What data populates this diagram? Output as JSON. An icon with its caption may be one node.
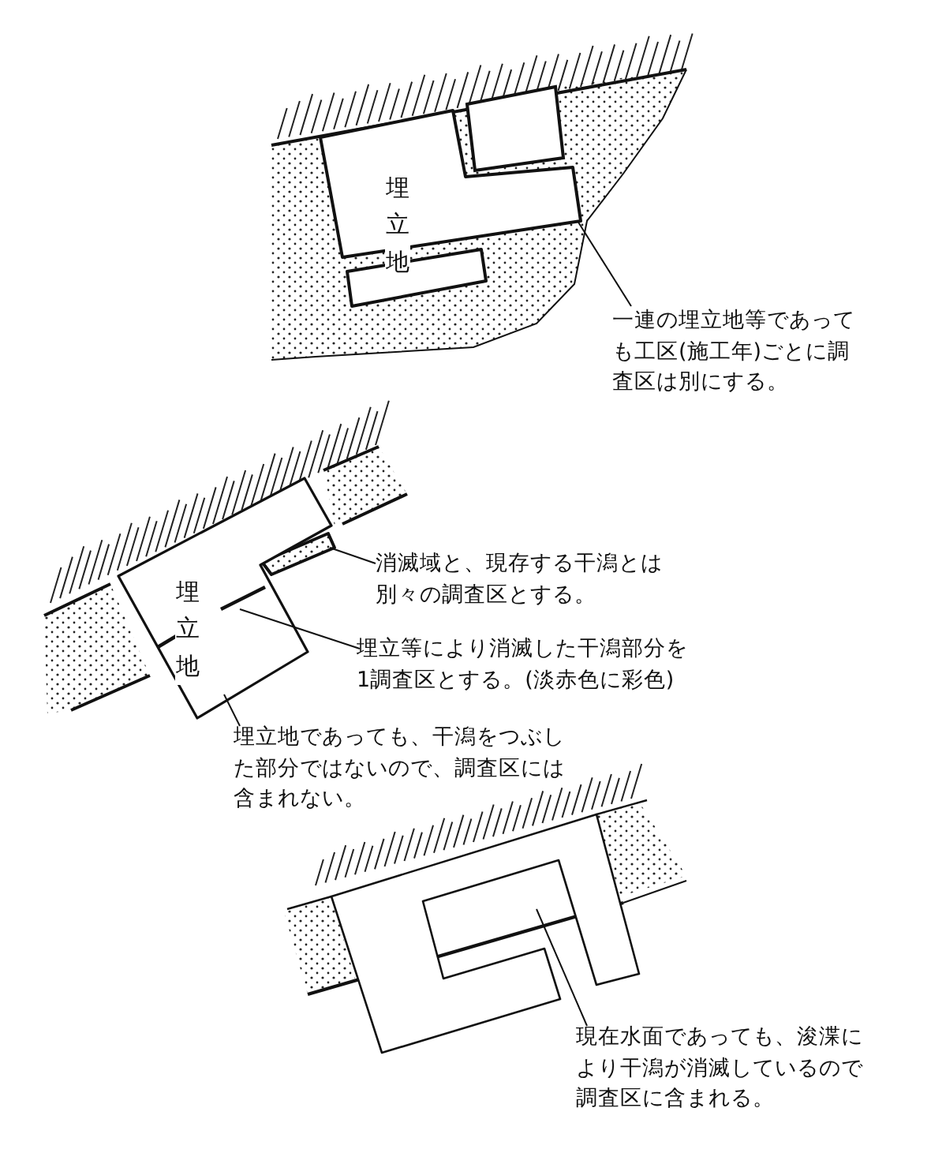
{
  "diagram": {
    "nodes": [
      {
        "text": [
          "埋立地"
        ]
      },
      {
        "text": [
          "一連の埋立地等であっても工区(施工年)ごとに調査区は別にする。"
        ]
      },
      {
        "text": [],
        "shape": "bar"
      },
      {
        "text": [
          "埋立地"
        ]
      },
      {
        "text": [
          "消滅域と、現存する干潟とは別々の調査区とする。"
        ]
      },
      {
        "text": [
          "埋立等により消滅した干潟部分を1調査区とする。(淡赤色に彩色)"
        ]
      },
      {
        "text": [
          "埋立地であっても、干潟をつぶした部分ではないので、調査区には含まれない。"
        ]
      },
      {
        "text": [],
        "shape": "box"
      },
      {
        "text": [
          "現在水面であっても、浚渫により干潟が消滅しているので調査区に含まれる。"
        ]
      }
    ],
    "edges": [
      {
        "from": 1,
        "to": 0,
        "arrow": "none"
      },
      {
        "from": 4,
        "to": 2,
        "arrow": "none"
      },
      {
        "from": 5,
        "to": 3,
        "arrow": "none"
      },
      {
        "from": 6,
        "to": 3,
        "arrow": "none"
      },
      {
        "from": 8,
        "to": 7,
        "arrow": "none"
      }
    ]
  }
}
